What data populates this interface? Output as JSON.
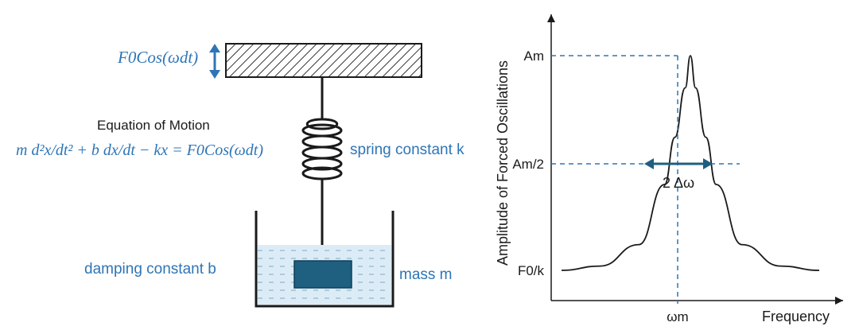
{
  "left": {
    "drive_force": "F0Cos(ωdt)",
    "equation_title": "Equation of Motion",
    "equation": "m d²x/dt² + b dx/dt − kx = F0Cos(ωdt)",
    "spring_label": "spring constant k",
    "damping_label": "damping constant b",
    "mass_label": "mass m"
  },
  "chart_data": {
    "type": "line",
    "ylabel": "Amplitude of Forced Oscillations",
    "xlabel": "Frequency",
    "yticks": [
      "Am",
      "Am/2",
      "F0/k"
    ],
    "xticks": [
      "ωm"
    ],
    "width_annotation": "2 Δω",
    "series": [
      {
        "name": "",
        "x": [
          0.0,
          0.15,
          0.3,
          0.4,
          0.44,
          0.48,
          0.5,
          0.52,
          0.56,
          0.6,
          0.7,
          0.85,
          1.0
        ],
        "y": [
          0.0,
          0.02,
          0.12,
          0.4,
          0.62,
          0.85,
          1.0,
          0.85,
          0.62,
          0.4,
          0.12,
          0.02,
          0.0
        ]
      }
    ],
    "colors": {
      "curve": "#1a1a1a",
      "guides": "#2e75b6",
      "axis": "#2e75b6"
    }
  },
  "colors": {
    "accent": "#2e75b6",
    "mass": "#1f5f80",
    "fluid": "#d9ebf5"
  }
}
